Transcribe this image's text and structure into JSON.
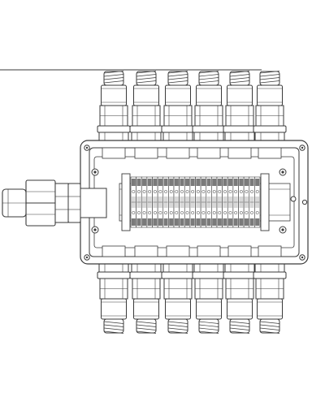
{
  "diagram": {
    "subject": "junction-box-with-cable-glands",
    "colors": {
      "stroke": "#3a3a3a",
      "fill": "#ffffff",
      "terminal_fill": "#d8d8d8",
      "terminal_dark": "#7a7a7a"
    },
    "glands_top_count": 6,
    "glands_bottom_count": 6,
    "glands_side_count": 1,
    "terminal_count": 24
  }
}
